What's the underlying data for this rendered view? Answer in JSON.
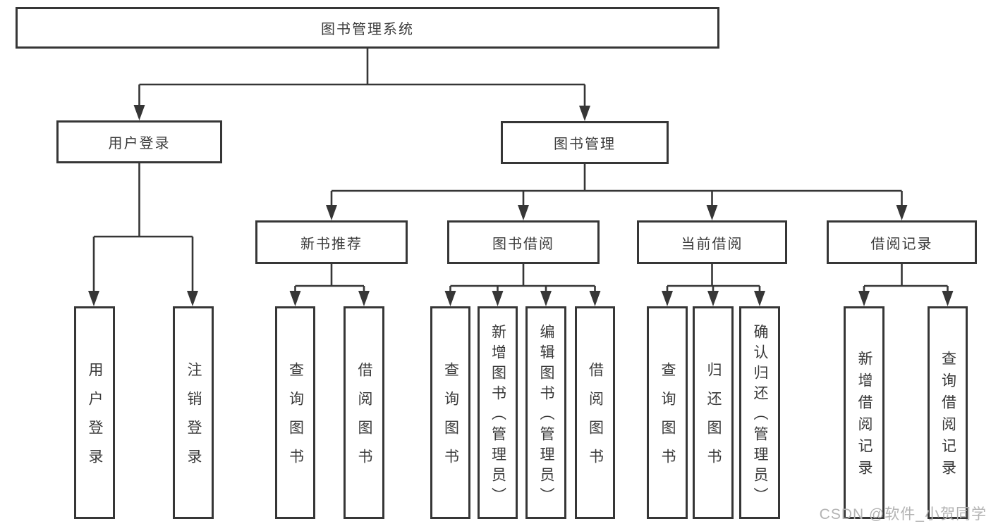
{
  "diagram": {
    "root": "图书管理系统",
    "level2": [
      "用户登录",
      "图书管理"
    ],
    "level3": [
      "新书推荐",
      "图书借阅",
      "当前借阅",
      "借阅记录"
    ],
    "leaves": {
      "user_login": [
        "用户登录",
        "注销登录"
      ],
      "new_book_recommend": [
        "查询图书",
        "借阅图书"
      ],
      "book_borrow": [
        "查询图书",
        "新增图书（管理员）",
        "编辑图书（管理员）",
        "借阅图书"
      ],
      "current_borrow": [
        "查询图书",
        "归还图书",
        "确认归还（管理员）"
      ],
      "borrow_records": [
        "新增借阅记录",
        "查询借阅记录"
      ]
    }
  },
  "watermark": "CSDN @软件_小贺同学",
  "colors": {
    "line": "#363636",
    "text": "#3a3a3a",
    "background": "#ffffff",
    "watermark": "#b3b3b3"
  }
}
